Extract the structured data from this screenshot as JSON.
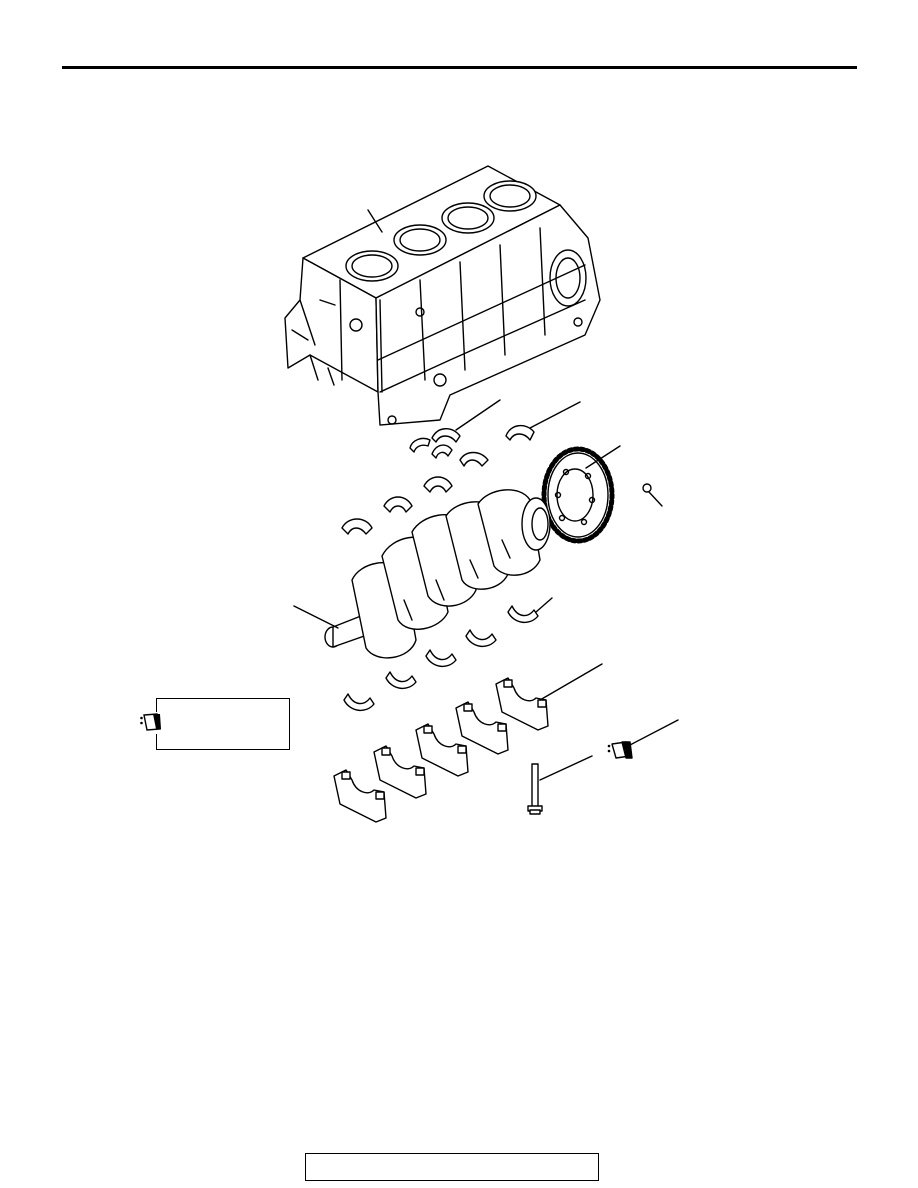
{
  "page": {
    "header_text": "",
    "footer_text": ""
  },
  "figure": {
    "parts": [
      "cylinder-block",
      "upper-main-bearings",
      "thrust-bearing",
      "crankshaft-sensing-ring",
      "sensing-ring-bolt",
      "crankshaft",
      "lower-main-bearings",
      "bearing-caps",
      "bearing-cap-bolts"
    ],
    "icons": [
      "engine-oil-icon"
    ],
    "colors": {
      "line": "#000000",
      "background": "#ffffff"
    }
  },
  "legend": {
    "text": ""
  }
}
